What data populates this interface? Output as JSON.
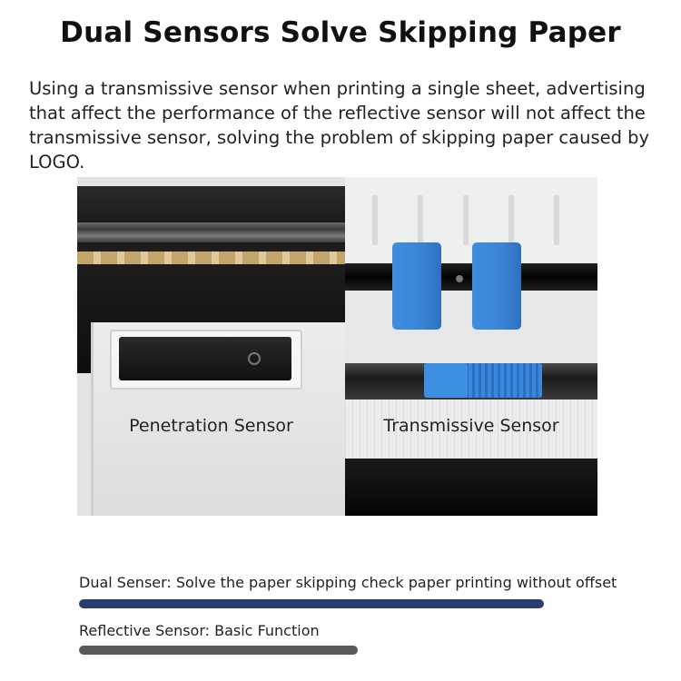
{
  "title": "Dual Sensors Solve Skipping Paper",
  "description_lines": [
    "Using a transmissive sensor when printing a single sheet, advertising",
    "that affect the performance of the reflective sensor will not affect the",
    "transmissive sensor, solving the problem of skipping paper caused by",
    "LOGO."
  ],
  "photo": {
    "left_label": "Penetration Sensor",
    "right_label": "Transmissive Sensor"
  },
  "features": [
    {
      "label": "Dual Senser: Solve the paper skipping check paper printing without offset",
      "level": 1.0,
      "color": "#2a3d6e"
    },
    {
      "label": "Reflective Sensor: Basic Function",
      "level": 0.6,
      "color": "#5a5a5a"
    }
  ]
}
